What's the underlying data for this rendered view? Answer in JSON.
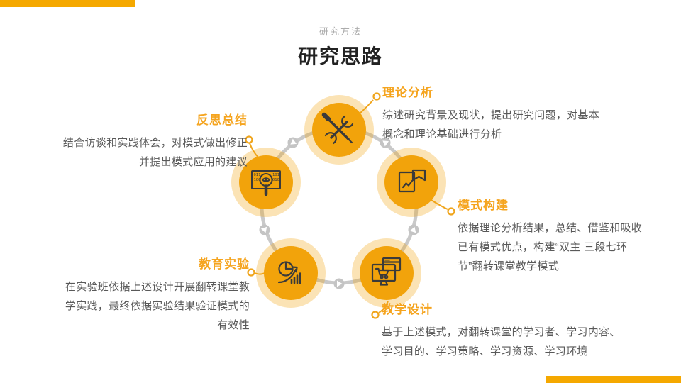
{
  "slide": {
    "subtitle": "研究方法",
    "title": "研究思路"
  },
  "colors": {
    "accent_bar": "#F5A800",
    "node": "#F2A30B",
    "halo": "#F2A30B",
    "leader": "#F0A51C",
    "heading": "#F5A41E",
    "ring": "#C9C9C9",
    "marker": "#C4C4C4",
    "icon_stroke": "#3A3A3A",
    "title_text": "#222222",
    "subtitle_text": "#ACACAC",
    "body_text": "#595959"
  },
  "steps": [
    {
      "label": "理论分析",
      "desc": "综述研究背景及现状，提出研究问题，对基本概念和理论基础进行分析",
      "icon": "tools-icon"
    },
    {
      "label": "模式构建",
      "desc": "依据理论分析结果，总结、借鉴和吸收已有模式优点，构建“双主 三段七环节”翻转课堂教学模式",
      "icon": "flag-bookmark-icon"
    },
    {
      "label": "教学设计",
      "desc": "基于上述模式，对翻转课堂的学习者、学习内容、学习目的、学习策略、学习资源、学习环境",
      "icon": "monitor-cart-icon"
    },
    {
      "label": "教育实验",
      "desc": "在实验班依据上述设计开展翻转课堂教学实践，最终依据实验结果验证模式的有效性",
      "icon": "pie-chart-growth-icon"
    },
    {
      "label": "反思总结",
      "desc": "结合访谈和实践体会，对模式做出修正并提出模式应用的建议",
      "icon": "magnifier-binary-icon"
    }
  ]
}
